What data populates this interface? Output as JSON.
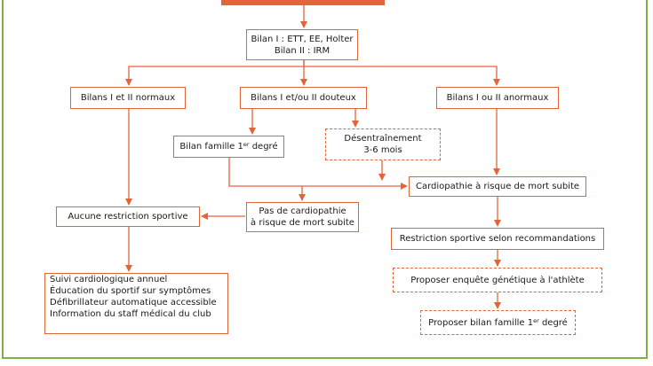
{
  "colors": {
    "accent": "#e2653a",
    "frame": "#7db04a",
    "text": "#1a1a1a"
  },
  "nodes": {
    "bilan": {
      "line1": "Bilan I : ETT, EE, Holter",
      "line2": "Bilan II : IRM"
    },
    "normaux": "Bilans I et II normaux",
    "douteux": "Bilans I et/ou II douteux",
    "anormaux": "Bilans I ou II anormaux",
    "famille": {
      "text": "Bilan famille 1",
      "sup": "er",
      "rest": " degré"
    },
    "desentrainement": {
      "line1": "Désentraînement",
      "line2": "3-6 mois"
    },
    "cardiopathie": "Cardiopathie à risque de mort subite",
    "aucune": "Aucune restriction sportive",
    "pas_cardio": {
      "line1": "Pas de cardiopathie",
      "line2": "à risque de mort subite"
    },
    "restriction": "Restriction sportive selon recommandations",
    "suivi": [
      "Suivi cardiologique annuel",
      "Éducation du sportif sur symptômes",
      "Défibrillateur automatique accessible",
      "Information du staff médical du club"
    ],
    "enquete": "Proposer enquête génétique à l'athlète",
    "proposer_famille": {
      "text": "Proposer bilan famille 1",
      "sup": "er",
      "rest": " degré"
    }
  }
}
